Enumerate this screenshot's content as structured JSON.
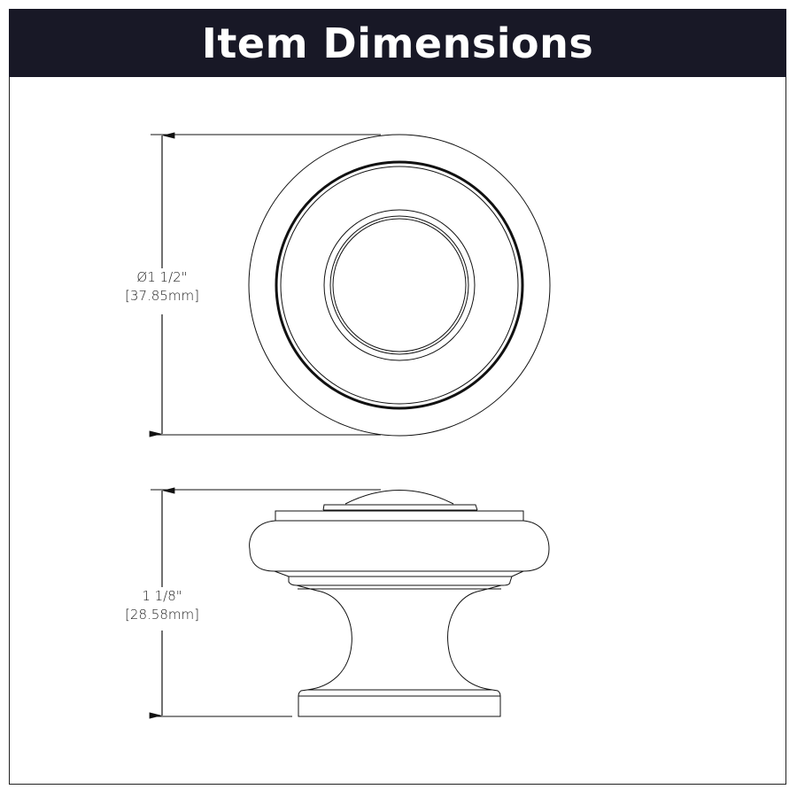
{
  "header": {
    "title": "Item Dimensions"
  },
  "colors": {
    "title_bar": "#181826",
    "title_text": "#ffffff",
    "line": "#111111"
  },
  "dimensions": {
    "diameter": {
      "symbol": "Ø",
      "imperial": "Ø1 1/2\"",
      "metric": "[37.85mm]"
    },
    "height": {
      "imperial": "1 1/8\"",
      "metric": "[28.58mm]"
    }
  },
  "views": {
    "top": {
      "name": "top-view"
    },
    "side": {
      "name": "side-view"
    }
  }
}
